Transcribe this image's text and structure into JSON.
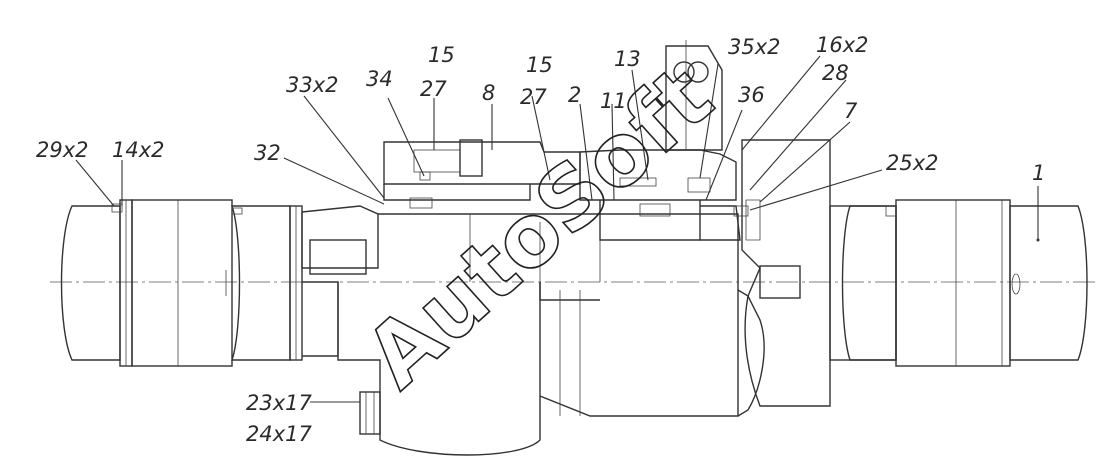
{
  "callouts": {
    "c29x2": "29x2",
    "c14x2": "14x2",
    "c32": "32",
    "c33x2": "33x2",
    "c34": "34",
    "c15a": "15",
    "c27a": "27",
    "c8": "8",
    "c15b": "15",
    "c27b": "27",
    "c2": "2",
    "c11": "11",
    "c13": "13",
    "c35x2": "35x2",
    "c36": "36",
    "c16x2": "16x2",
    "c28": "28",
    "c7": "7",
    "c25x2": "25x2",
    "c1": "1",
    "c23x17": "23x17",
    "c24x17": "24x17"
  },
  "watermark": "AutoSoft"
}
